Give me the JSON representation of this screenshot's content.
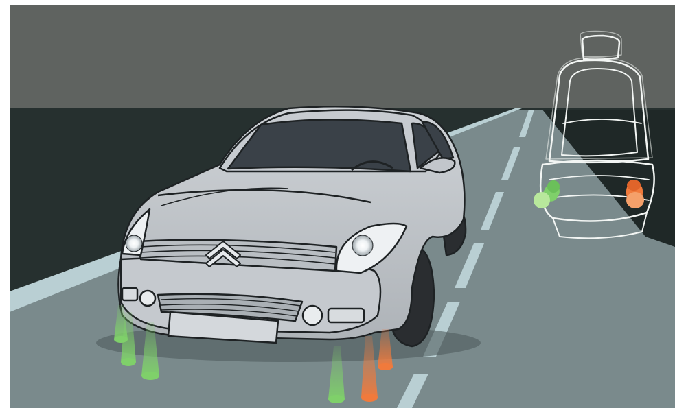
{
  "scene": {
    "colors": {
      "sky": "#5f6360",
      "horizon_band": "#26302f",
      "road": "#7a8a8c",
      "lane_marking": "#b9cfd3",
      "car_body": "#c2c6cb",
      "car_outline": "#1e2224",
      "windshield": "#3a4148",
      "sensor_green": "#7fd06a",
      "sensor_orange": "#f07a3c",
      "seat_outline": "#f2f5f3"
    },
    "icons": [
      "car-illustration",
      "car-seat-illustration",
      "lane-departure-sensor-beams",
      "seat-vibration-motors"
    ]
  }
}
